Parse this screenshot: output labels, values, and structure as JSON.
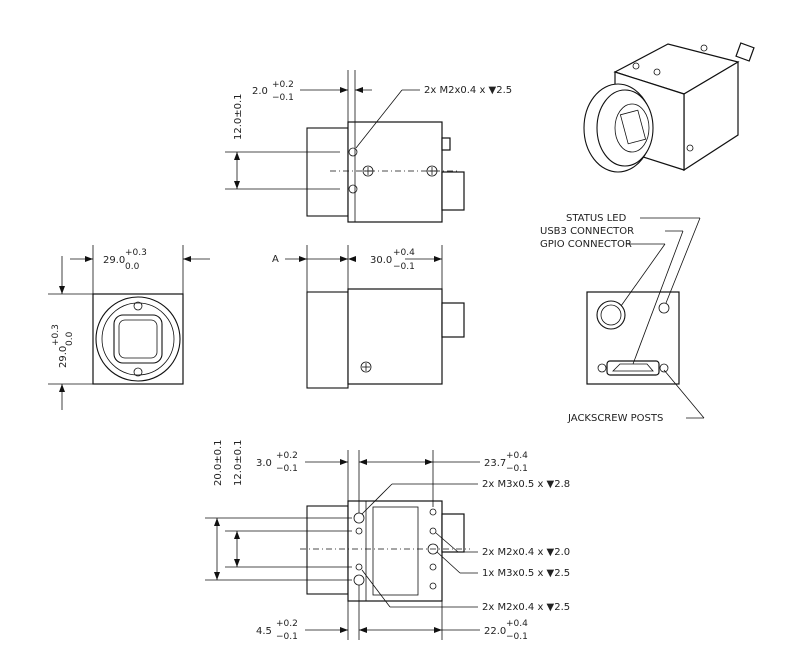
{
  "top_view": {
    "dim_height": "12.0±0.1",
    "dim_offset_base": "2.0",
    "dim_offset_plus": "+0.2",
    "dim_offset_minus": "−0.1",
    "callout_holes": "2x M2x0.4 x ▼2.5"
  },
  "front_view": {
    "dim_width_base": "29.0",
    "dim_width_plus": "+0.3",
    "dim_width_minus": "0.0",
    "dim_height_base": "29.0",
    "dim_height_plus": "+0.3",
    "dim_height_minus": "0.0"
  },
  "side_view": {
    "datum": "A",
    "dim_length_base": "30.0",
    "dim_length_plus": "+0.4",
    "dim_length_minus": "−0.1"
  },
  "rear_view": {
    "status_led": "STATUS LED",
    "usb3_connector": "USB3 CONNECTOR",
    "gpio_connector": "GPIO CONNECTOR",
    "jackscrew_posts": "JACKSCREW POSTS"
  },
  "bottom_view": {
    "dim_height_outer": "20.0±0.1",
    "dim_height_inner": "12.0±0.1",
    "dim_front_base": "3.0",
    "dim_front_plus": "+0.2",
    "dim_front_minus": "−0.1",
    "dim_rear_top_base": "23.7",
    "dim_rear_top_plus": "+0.4",
    "dim_rear_top_minus": "−0.1",
    "dim_front_bottom_base": "4.5",
    "dim_front_bottom_plus": "+0.2",
    "dim_front_bottom_minus": "−0.1",
    "dim_rear_bottom_base": "22.0",
    "dim_rear_bottom_plus": "+0.4",
    "dim_rear_bottom_minus": "−0.1",
    "callout_m3_top": "2x M3x0.5 x ▼2.8",
    "callout_m2_rear": "2x M2x0.4 x ▼2.0",
    "callout_m3_rear": "1x M3x0.5 x ▼2.5",
    "callout_m2_bottom": "2x M2x0.4 x ▼2.5"
  }
}
